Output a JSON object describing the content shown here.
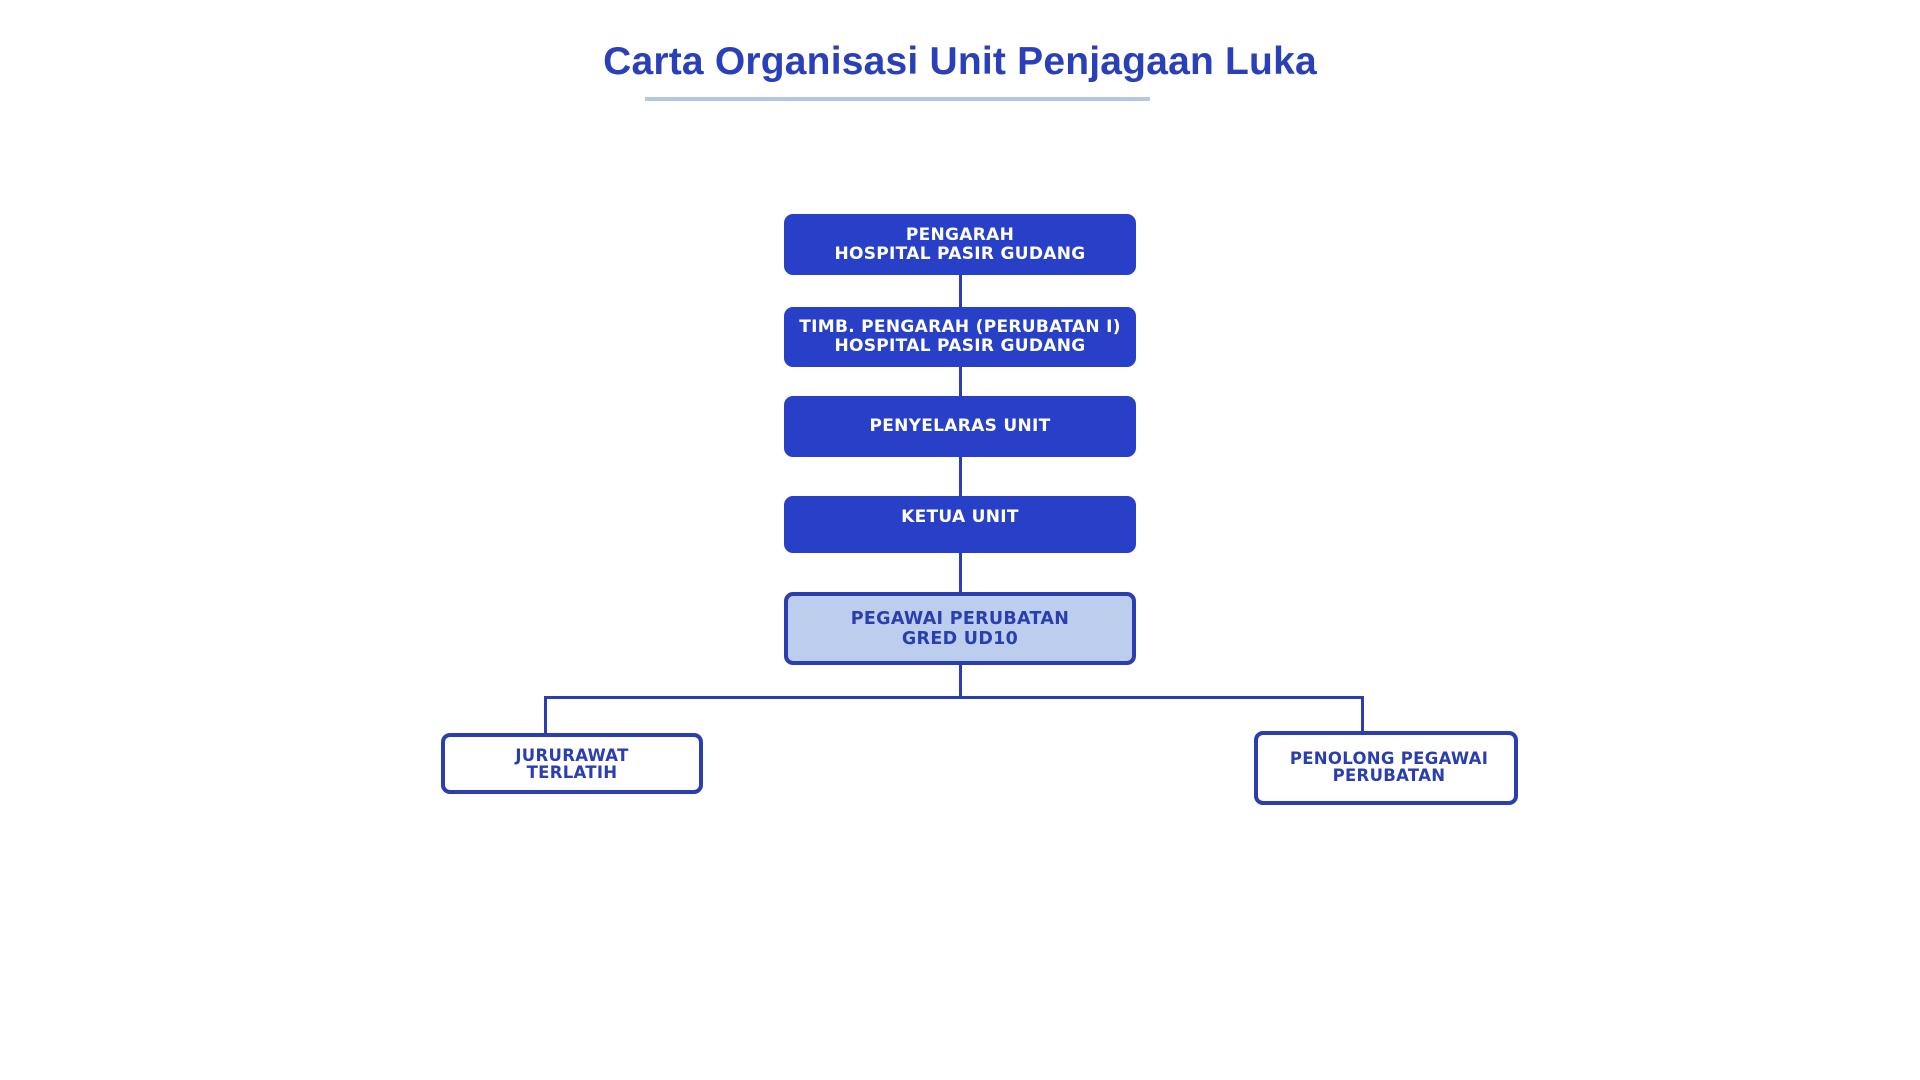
{
  "title": "Carta Organisasi Unit Penjagaan Luka",
  "colors": {
    "primary": "#2840c8",
    "accent_dark": "#2a3eb0",
    "light_fill": "#bccdee",
    "underline": "#b8c6e6"
  },
  "nodes": {
    "pengarah": {
      "line1": "PENGARAH",
      "line2": "HOSPITAL PASIR GUDANG"
    },
    "timb_pengarah": {
      "line1": "TIMB. PENGARAH (PERUBATAN I)",
      "line2": "HOSPITAL PASIR GUDANG"
    },
    "penyelaras": {
      "line1": "PENYELARAS UNIT"
    },
    "ketua": {
      "line1": "KETUA UNIT"
    },
    "pegawai": {
      "line1": "PEGAWAI PERUBATAN",
      "line2": "GRED UD10"
    },
    "jururawat": {
      "line1": "JURURAWAT",
      "line2": "TERLATIH"
    },
    "penolong": {
      "line1": "PENOLONG PEGAWAI",
      "line2": "PERUBATAN"
    }
  }
}
